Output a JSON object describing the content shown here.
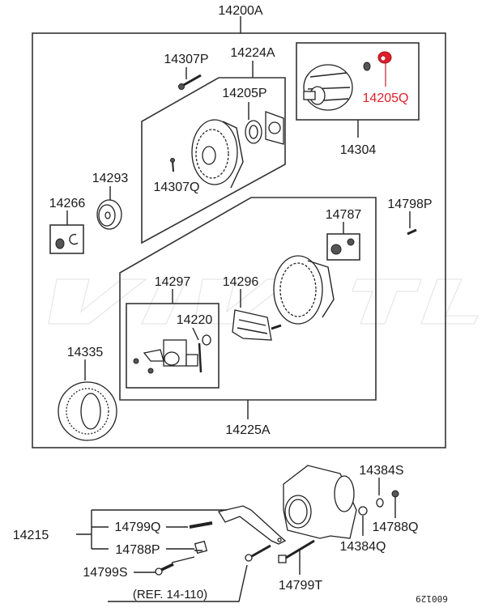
{
  "diagram": {
    "title_assembly": "14200A",
    "accent_color": "#e0202a",
    "highlighted_part": "14205Q",
    "watermark": "VIVID",
    "footer_code": "600129"
  },
  "labels": {
    "p14200A": "14200A",
    "p14307P": "14307P",
    "p14224A": "14224A",
    "p14205P": "14205P",
    "p14307Q": "14307Q",
    "p14205Q": "14205Q",
    "p14304": "14304",
    "p14293": "14293",
    "p14266": "14266",
    "p14798P": "14798P",
    "p14787": "14787",
    "p14297": "14297",
    "p14296": "14296",
    "p14220": "14220",
    "p14335": "14335",
    "p14225A": "14225A",
    "p14384S": "14384S",
    "p14215": "14215",
    "p14799Q": "14799Q",
    "p14788Q": "14788Q",
    "p14788P": "14788P",
    "p14384Q": "14384Q",
    "p14799S": "14799S",
    "p14799T": "14799T",
    "ref": "(REF. 14-110)"
  }
}
